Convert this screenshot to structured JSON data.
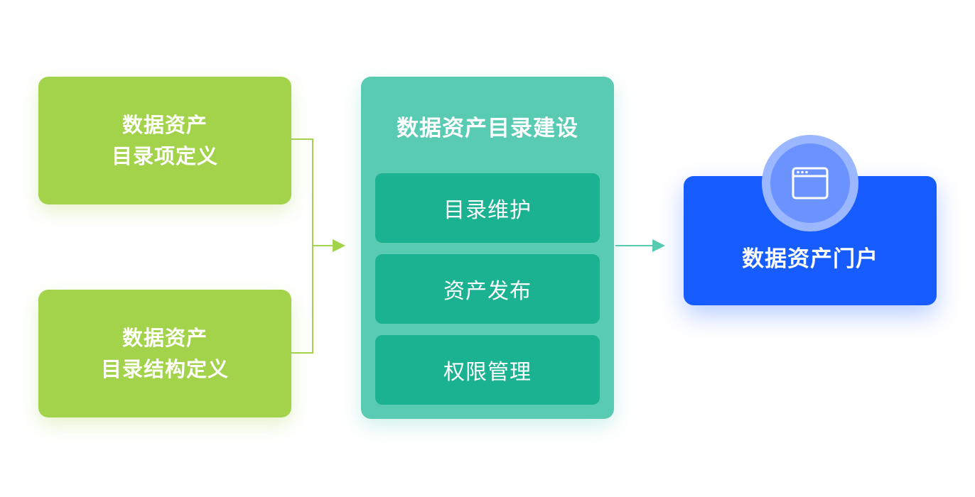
{
  "definitions": [
    {
      "line1": "数据资产",
      "line2": "目录项定义"
    },
    {
      "line1": "数据资产",
      "line2": "目录结构定义"
    }
  ],
  "construction": {
    "title": "数据资产目录建设",
    "items": [
      "目录维护",
      "资产发布",
      "权限管理"
    ]
  },
  "portal": {
    "title": "数据资产门户",
    "icon": "browser-window-icon"
  },
  "colors": {
    "green": "#a3d34a",
    "teal": "#58cbb2",
    "teal_dark": "#1bb292",
    "blue": "#175cff"
  }
}
